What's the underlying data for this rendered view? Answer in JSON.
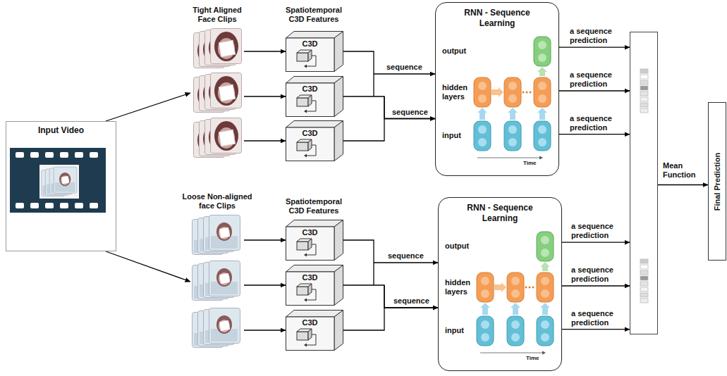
{
  "diagram": {
    "nodes": [
      {
        "text": [
          "Input Video"
        ]
      },
      {
        "text": [
          "Tight Aligned Face Clips"
        ]
      },
      {
        "text": [
          "C3D"
        ]
      },
      {
        "text": [
          "C3D"
        ]
      },
      {
        "text": [
          "C3D"
        ]
      },
      {
        "text": [
          "RNN - Sequence Learning"
        ]
      },
      {
        "text": [
          "Loose Non-aligned face Clips"
        ]
      },
      {
        "text": [
          "C3D"
        ]
      },
      {
        "text": [
          "C3D"
        ]
      },
      {
        "text": [
          "C3D"
        ]
      },
      {
        "text": [
          "RNN - Sequence Learning"
        ]
      },
      {
        "text": [
          "Mean Function"
        ]
      },
      {
        "text": [
          "Final Prediction"
        ]
      }
    ],
    "edges": [
      {
        "from": 0,
        "to": 1,
        "arrow": "to"
      },
      {
        "from": 0,
        "to": 6,
        "arrow": "to"
      },
      {
        "from": 1,
        "to": 2,
        "arrow": "to"
      },
      {
        "from": 1,
        "to": 3,
        "arrow": "to"
      },
      {
        "from": 1,
        "to": 4,
        "arrow": "to"
      },
      {
        "from": 2,
        "to": 5,
        "label": "sequence",
        "arrow": "to"
      },
      {
        "from": 3,
        "to": 5,
        "arrow": "to"
      },
      {
        "from": 4,
        "to": 5,
        "label": "sequence",
        "arrow": "to"
      },
      {
        "from": 6,
        "to": 7,
        "arrow": "to"
      },
      {
        "from": 6,
        "to": 8,
        "arrow": "to"
      },
      {
        "from": 6,
        "to": 9,
        "arrow": "to"
      },
      {
        "from": 7,
        "to": 10,
        "label": "sequence",
        "arrow": "to"
      },
      {
        "from": 8,
        "to": 10,
        "arrow": "to"
      },
      {
        "from": 9,
        "to": 10,
        "label": "sequence",
        "arrow": "to"
      },
      {
        "from": 5,
        "to": 11,
        "label": "a sequence prediction",
        "arrow": "to"
      },
      {
        "from": 5,
        "to": 11,
        "label": "a sequence prediction",
        "arrow": "to"
      },
      {
        "from": 5,
        "to": 11,
        "label": "a sequence prediction",
        "arrow": "to"
      },
      {
        "from": 10,
        "to": 11,
        "label": "a sequence prediction",
        "arrow": "to"
      },
      {
        "from": 10,
        "to": 11,
        "label": "a sequence prediction",
        "arrow": "to"
      },
      {
        "from": 10,
        "to": 11,
        "label": "a sequence prediction",
        "arrow": "to"
      },
      {
        "from": 11,
        "to": 12,
        "arrow": "to"
      }
    ],
    "labels": [
      "Spatiotemporal C3D Features",
      "output",
      "hidden layers",
      "input",
      "Time",
      "Spatiotemporal C3D Features",
      "output",
      "hidden layers",
      "input",
      "Time"
    ]
  }
}
